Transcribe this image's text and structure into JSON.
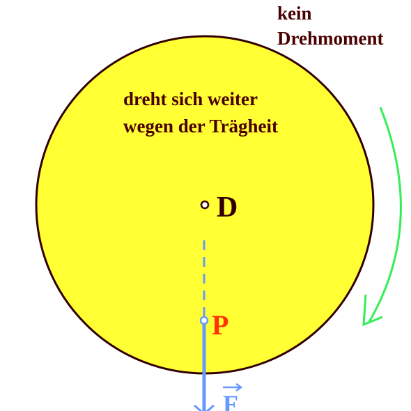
{
  "labels": {
    "top_line1": "kein",
    "top_line2": "Drehmoment",
    "inside_line1": "dreht sich weiter",
    "inside_line2": "wegen der Trägheit",
    "pivot": "D",
    "point": "P",
    "force": "F"
  },
  "colors": {
    "disk_fill": "#ffff33",
    "disk_stroke": "#330000",
    "text_dark": "#4a0000",
    "point_label": "#ff3300",
    "force": "#6699ff",
    "rotation_arrow": "#33ee55"
  },
  "icons": {
    "rotation": "clockwise-arrow-icon",
    "force": "force-vector-icon"
  }
}
